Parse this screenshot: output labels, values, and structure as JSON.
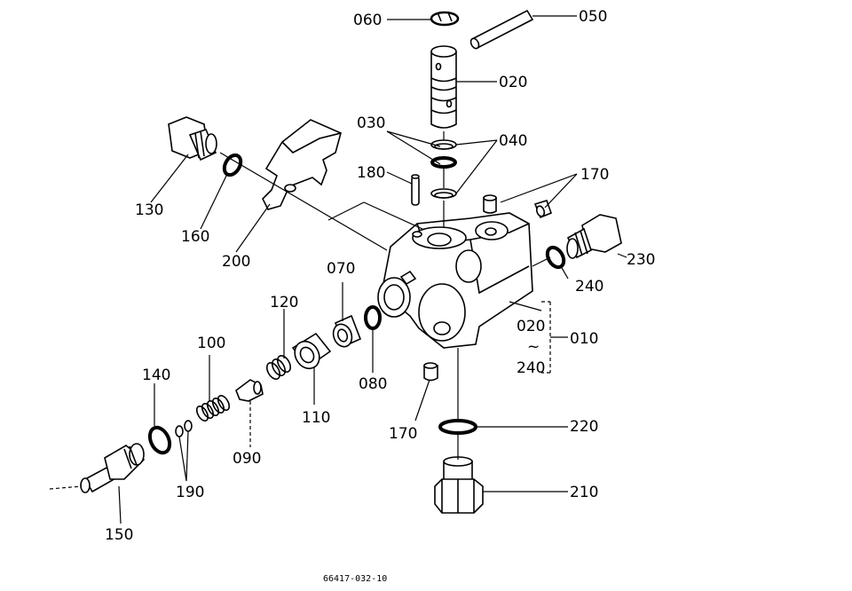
{
  "drawing_number": "66417-032-10",
  "parts": {
    "p010": "010",
    "p020": "020",
    "p030": "030",
    "p040": "040",
    "p050": "050",
    "p060": "060",
    "p070": "070",
    "p080": "080",
    "p090": "090",
    "p100": "100",
    "p110": "110",
    "p120": "120",
    "p130": "130",
    "p140": "140",
    "p150": "150",
    "p160": "160",
    "p170": "170",
    "p180": "180",
    "p190": "190",
    "p200": "200",
    "p210": "210",
    "p220": "220",
    "p230": "230",
    "p240": "240",
    "range_from": "020",
    "range_tilde": "~",
    "range_to": "240"
  }
}
